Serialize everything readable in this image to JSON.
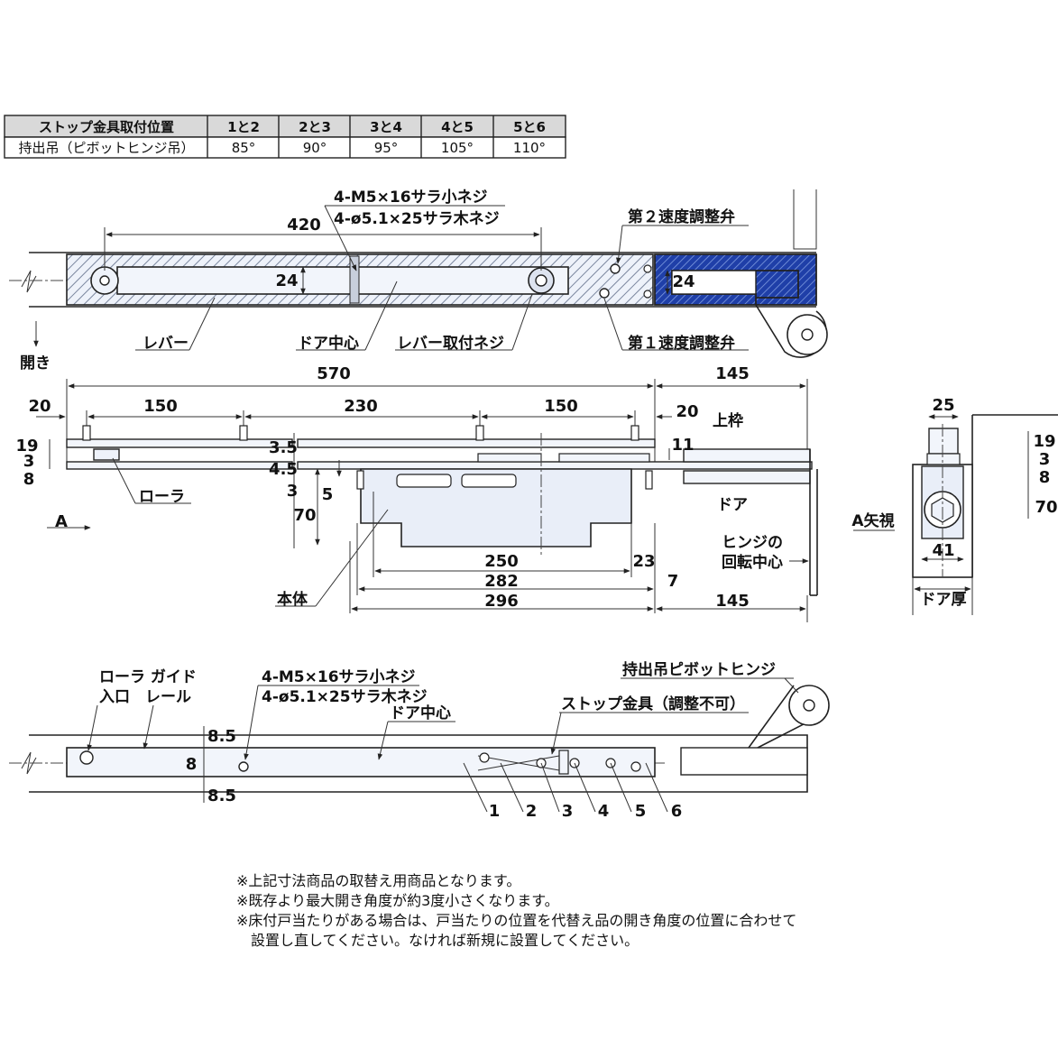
{
  "table": {
    "header": [
      "ストップ金具取付位置",
      "1と2",
      "2と3",
      "3と4",
      "4と5",
      "5と6"
    ],
    "row": [
      "持出吊（ピボットヒンジ吊）",
      "85°",
      "90°",
      "95°",
      "105°",
      "110°"
    ]
  },
  "top_view": {
    "dim_420": "420",
    "dim_24_left": "24",
    "dim_24_right": "24",
    "screw_label_1": "4-M5×16サラ小ネジ",
    "screw_label_2": "4-ø5.1×25サラ木ネジ",
    "valve2": "第２速度調整弁",
    "valve1": "第１速度調整弁",
    "lever": "レバー",
    "door_center": "ドア中心",
    "lever_screw": "レバー取付ネジ",
    "open": "開き"
  },
  "side_view": {
    "d570": "570",
    "d145_top": "145",
    "d20_left": "20",
    "d150_left": "150",
    "d230": "230",
    "d150_right": "150",
    "d20_right": "20",
    "d19": "19",
    "d3": "3",
    "d8": "8",
    "d3_5": "3.5",
    "d4_5": "4.5",
    "d3_b": "3",
    "d5": "5",
    "d70": "70",
    "d11": "11",
    "d250": "250",
    "d282": "282",
    "d296": "296",
    "d23": "23",
    "d7": "7",
    "d145_bottom": "145",
    "upper_frame": "上枠",
    "door": "ドア",
    "hinge_center_1": "ヒンジの",
    "hinge_center_2": "回転中心",
    "roller": "ローラ",
    "main_body": "本体",
    "arrow_a": "A"
  },
  "a_view": {
    "title": "A矢視",
    "d25": "25",
    "d19": "19",
    "d3": "3",
    "d8": "8",
    "d70": "70",
    "d41": "41",
    "door_thickness": "ドア厚"
  },
  "bottom_view": {
    "roller_guide_1": "ローラ ガイド",
    "roller_guide_2": "入口　レール",
    "screw_label_1": "4-M5×16サラ小ネジ",
    "screw_label_2": "4-ø5.1×25サラ木ネジ",
    "door_center": "ドア中心",
    "pivot_hinge": "持出吊ピボットヒンジ",
    "stopper": "ストップ金具（調整不可）",
    "d8_5_top": "8.5",
    "d8": "8",
    "d8_5_bottom": "8.5",
    "positions": [
      "1",
      "2",
      "3",
      "4",
      "5",
      "6"
    ]
  },
  "notes": [
    "※上記寸法商品の取替え用商品となります。",
    "※既存より最大開き角度が約3度小さくなります。",
    "※床付戸当たりがある場合は、戸当たりの位置を代替え品の開き角度の位置に合わせて",
    "　設置し直してください。なければ新規に設置してください。"
  ],
  "colors": {
    "body_fill": "#e9eef8",
    "blue_hatch": "#1f3fa8",
    "line": "#222222"
  }
}
